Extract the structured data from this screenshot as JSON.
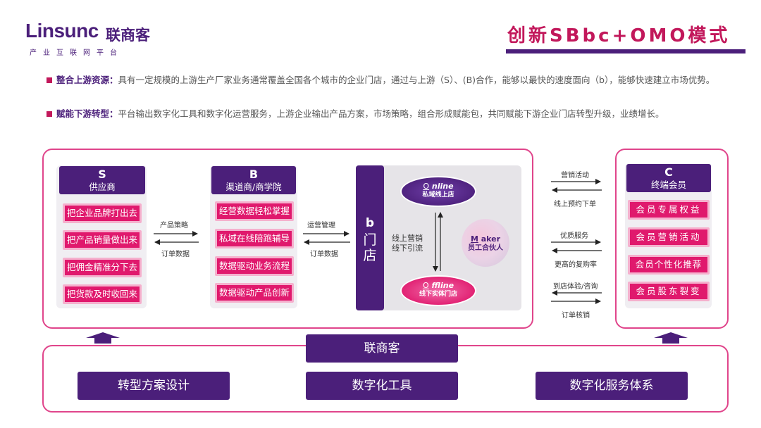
{
  "logo": {
    "name": "Linsunc",
    "name_cn": "联商客",
    "tagline": "产业互联网平台"
  },
  "title": "创新SBbc+OMO模式",
  "bullets": [
    {
      "heading": "整合上游资源：",
      "text": "具有一定规模的上游生产厂家业务通常覆盖全国各个城市的企业门店，通过与上游（S）、(B)合作，能够以最快的速度面向（b），能够快速建立市场优势。"
    },
    {
      "heading": "赋能下游转型：",
      "text": "平台输出数字化工具和数字化运营服务，上游企业输出产品方案，市场策略，组合形成赋能包，共同赋能下游企业门店转型升级，业绩增长。"
    }
  ],
  "s_block": {
    "letter": "S",
    "name": "供应商",
    "items": [
      "把企业品牌打出去",
      "把产品销量做出来",
      "把佣金精准分下去",
      "把货款及时收回来"
    ]
  },
  "sb_flow": {
    "top": "产品策略",
    "bottom": "订单数据"
  },
  "b_block": {
    "letter": "B",
    "name": "渠道商/商学院",
    "items": [
      "经营数据轻松掌握",
      "私域在线陪跑辅导",
      "数据驱动业务流程",
      "数据驱动产品创新"
    ]
  },
  "bb_flow": {
    "top": "运营管理",
    "bottom": "订单数据"
  },
  "store": {
    "letter": "b",
    "name": "门店"
  },
  "online": {
    "initial": "O",
    "word": "nline",
    "sub": "私域线上店"
  },
  "offline": {
    "initial": "O",
    "word": "ffline",
    "sub": "线下实体门店"
  },
  "store_flow": {
    "line1": "线上营销",
    "line2": "线下引流"
  },
  "maker": {
    "initial": "M",
    "word": "aker",
    "sub": "员工合伙人"
  },
  "bc_flows": [
    {
      "top": "营销活动",
      "bottom": "线上预约下单"
    },
    {
      "top": "优质服务",
      "bottom": "更高的复购率"
    },
    {
      "top": "到店体验/咨询",
      "bottom": "订单核销"
    }
  ],
  "c_block": {
    "letter": "C",
    "name": "终端会员",
    "items": [
      "会员专属权益",
      "会员营销活动",
      "会员个性化推荐",
      "会员股东裂变"
    ]
  },
  "platform": {
    "name": "联商客",
    "items": [
      "转型方案设计",
      "数字化工具",
      "数字化服务体系"
    ]
  },
  "colors": {
    "purple": "#4b1f7a",
    "pink": "#e0196d",
    "frame": "#e0458b"
  }
}
